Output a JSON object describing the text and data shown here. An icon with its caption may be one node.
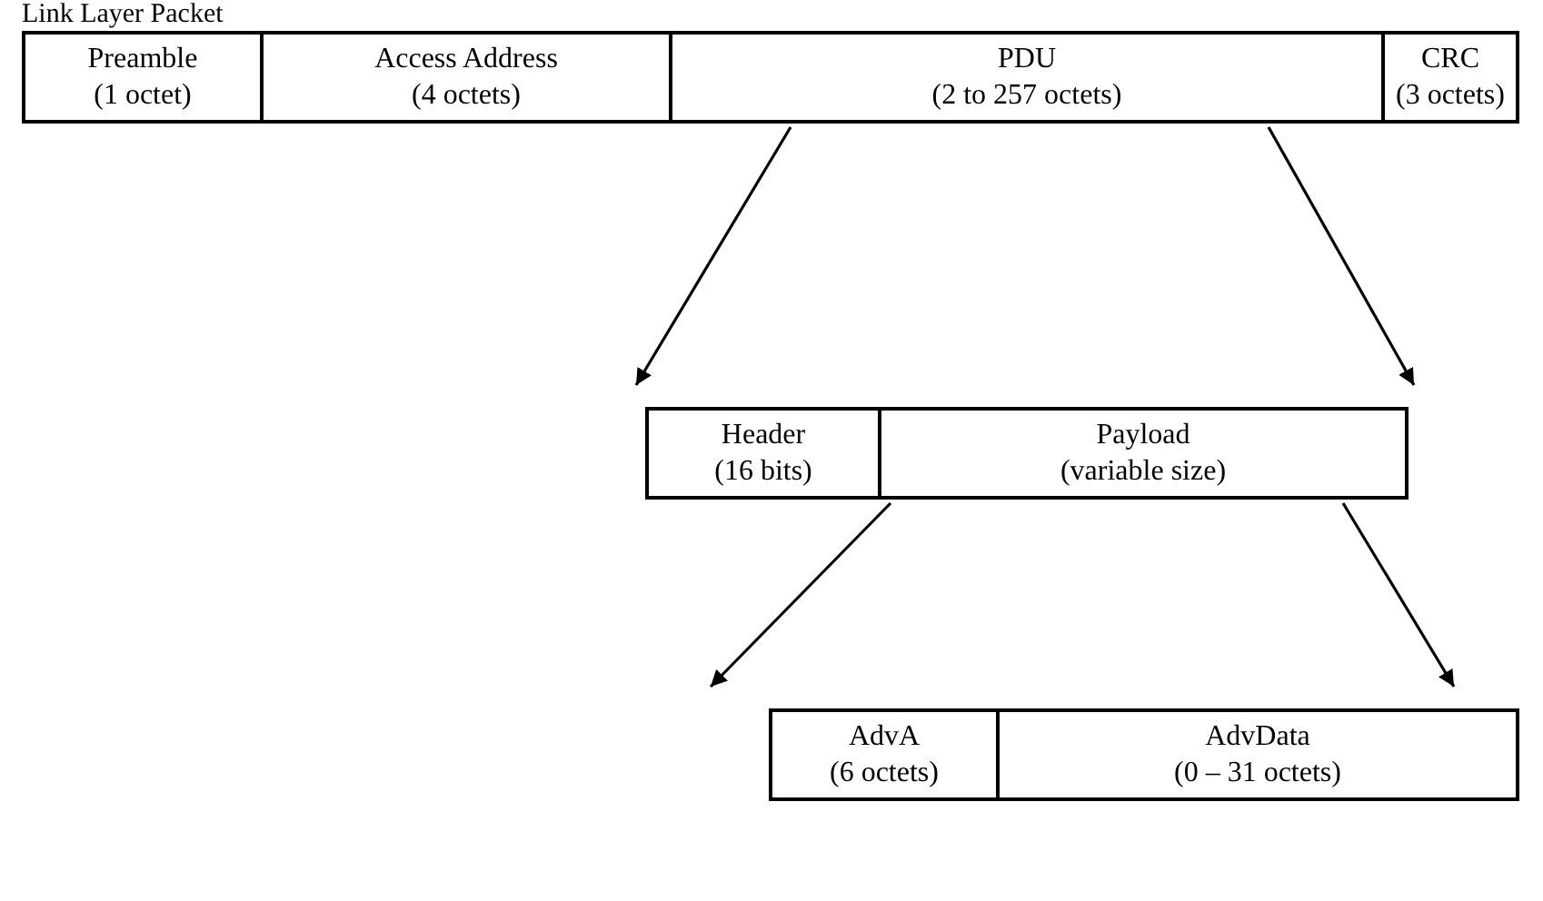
{
  "diagram": {
    "title": "Link Layer Packet",
    "nodes": [
      {
        "text": [
          "Preamble",
          "(1 octet)"
        ]
      },
      {
        "text": [
          "Access Address",
          "(4 octets)"
        ]
      },
      {
        "text": [
          "PDU",
          "(2 to 257 octets)"
        ]
      },
      {
        "text": [
          "CRC",
          "(3 octets)"
        ]
      },
      {
        "text": [
          "Header",
          "(16 bits)"
        ]
      },
      {
        "text": [
          "Payload",
          "(variable size)"
        ]
      },
      {
        "text": [
          "AdvA",
          "(6 octets)"
        ]
      },
      {
        "text": [
          "AdvData",
          "(0 – 31 octets)"
        ]
      }
    ],
    "edges": [
      {
        "from": 2,
        "to": 4,
        "arrow": "to"
      },
      {
        "from": 2,
        "to": 5,
        "arrow": "to"
      },
      {
        "from": 5,
        "to": 6,
        "arrow": "to"
      },
      {
        "from": 5,
        "to": 7,
        "arrow": "to"
      }
    ]
  }
}
